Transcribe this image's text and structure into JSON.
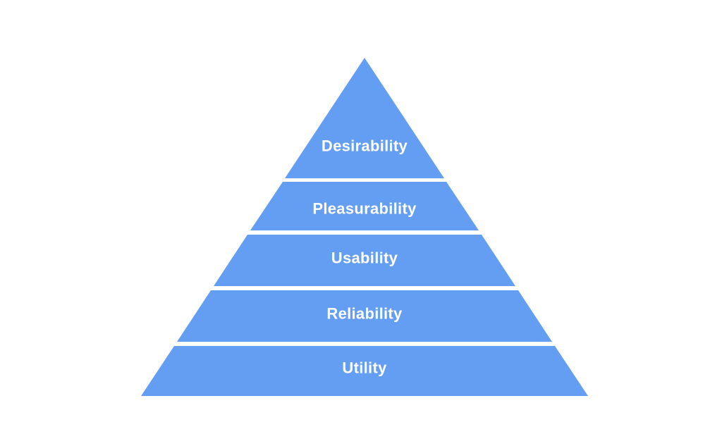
{
  "diagram": {
    "kind": "pyramid",
    "layers": [
      {
        "label": "Desirability"
      },
      {
        "label": "Pleasurability"
      },
      {
        "label": "Usability"
      },
      {
        "label": "Reliability"
      },
      {
        "label": "Utility"
      }
    ],
    "colors": {
      "segment_fill": "#649EF3",
      "label_text": "#FFFFFF",
      "background": "#FFFFFF"
    }
  }
}
